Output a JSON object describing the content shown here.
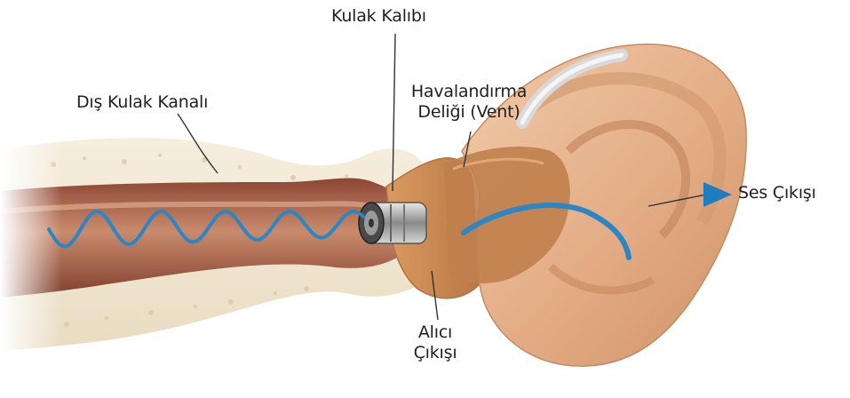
{
  "labels": {
    "ear_mold": "Kulak Kalıbı",
    "outer_ear_canal": "Dış Kulak Kanalı",
    "vent_line1": "Havalandırma",
    "vent_line2": "Deliği (Vent)",
    "sound_output": "Ses Çıkışı",
    "receiver_line1": "Alıcı",
    "receiver_line2": "Çıkışı"
  },
  "colors": {
    "sound_wave": "#2a86c4",
    "skin": "#e7b48f",
    "canal_tissue": "#a35a43",
    "bone": "#efe3cc",
    "mold": "#c98a54",
    "arrow": "#1f7cc0"
  }
}
